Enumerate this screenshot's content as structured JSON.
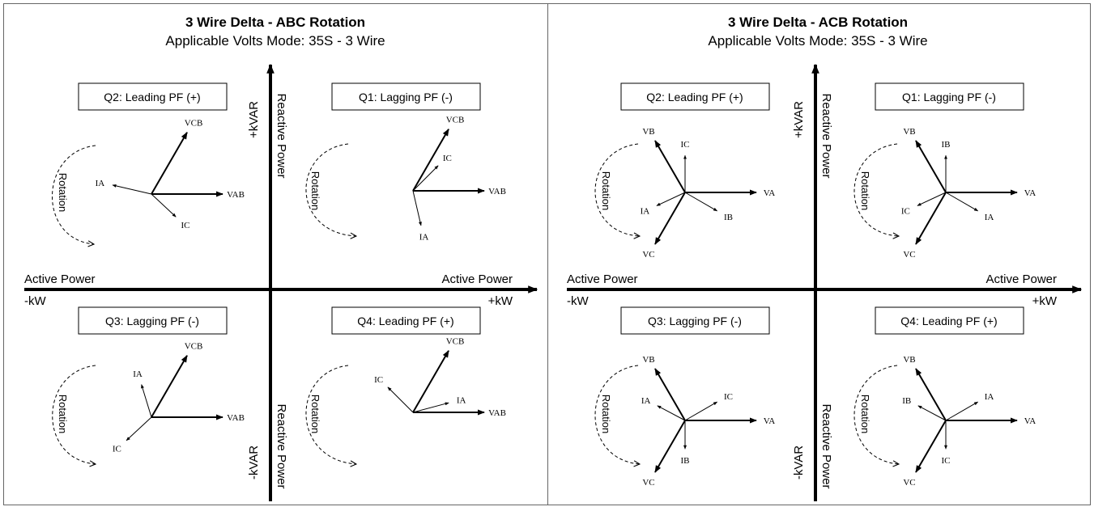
{
  "panels": [
    {
      "title": "3 Wire Delta - ABC Rotation",
      "subtitle": "Applicable Volts Mode: 35S - 3 Wire",
      "axis": {
        "plus_kvar": "+kVAR",
        "minus_kvar": "-kVAR",
        "reactive_power": "Reactive Power",
        "active_power_left": "Active Power",
        "active_power_right": "Active Power",
        "minus_kw": "-kW",
        "plus_kw": "+kW"
      },
      "quadrants": [
        {
          "id": "q2",
          "label": "Q2:  Leading PF (+)",
          "rotation_label": "Rotation",
          "vectors": [
            {
              "name": "VAB",
              "angle": 0,
              "length": 1.0,
              "bold": true
            },
            {
              "name": "VCB",
              "angle": 60,
              "length": 1.0,
              "bold": true
            },
            {
              "name": "IA",
              "angle": 167,
              "length": 0.56,
              "bold": false
            },
            {
              "name": "IC",
              "angle": -43,
              "length": 0.47,
              "bold": false
            }
          ]
        },
        {
          "id": "q1",
          "label": "Q1:  Lagging PF (-)",
          "rotation_label": "Rotation",
          "vectors": [
            {
              "name": "VAB",
              "angle": 0,
              "length": 1.0,
              "bold": true
            },
            {
              "name": "VCB",
              "angle": 60,
              "length": 1.0,
              "bold": true
            },
            {
              "name": "IC",
              "angle": 45,
              "length": 0.5,
              "bold": false
            },
            {
              "name": "IA",
              "angle": -77,
              "length": 0.5,
              "bold": false
            }
          ]
        },
        {
          "id": "q3",
          "label": "Q3:  Lagging PF (-)",
          "rotation_label": "Rotation",
          "vectors": [
            {
              "name": "VAB",
              "angle": 0,
              "length": 1.0,
              "bold": true
            },
            {
              "name": "VCB",
              "angle": 60,
              "length": 1.0,
              "bold": true
            },
            {
              "name": "IA",
              "angle": 107,
              "length": 0.48,
              "bold": false
            },
            {
              "name": "IC",
              "angle": -137,
              "length": 0.48,
              "bold": false
            }
          ]
        },
        {
          "id": "q4",
          "label": "Q4:  Leading PF (+)",
          "rotation_label": "Rotation",
          "vectors": [
            {
              "name": "VAB",
              "angle": 0,
              "length": 1.0,
              "bold": true
            },
            {
              "name": "VCB",
              "angle": 60,
              "length": 1.0,
              "bold": true
            },
            {
              "name": "IA",
              "angle": 15,
              "length": 0.52,
              "bold": false
            },
            {
              "name": "IC",
              "angle": 135,
              "length": 0.5,
              "bold": false
            }
          ]
        }
      ]
    },
    {
      "title": "3 Wire Delta - ACB Rotation",
      "subtitle": "Applicable Volts Mode: 35S - 3 Wire",
      "axis": {
        "plus_kvar": "+kVAR",
        "minus_kvar": "-kVAR",
        "reactive_power": "Reactive Power",
        "active_power_left": "Active Power",
        "active_power_right": "Active Power",
        "minus_kw": "-kW",
        "plus_kw": "+kW"
      },
      "quadrants": [
        {
          "id": "q2",
          "label": "Q2:  Leading PF (+)",
          "rotation_label": "Rotation",
          "vectors": [
            {
              "name": "VA",
              "angle": 0,
              "length": 1.0,
              "bold": true
            },
            {
              "name": "VB",
              "angle": 120,
              "length": 0.84,
              "bold": true
            },
            {
              "name": "VC",
              "angle": -120,
              "length": 0.84,
              "bold": true
            },
            {
              "name": "IC",
              "angle": 90,
              "length": 0.52,
              "bold": false
            },
            {
              "name": "IA",
              "angle": -155,
              "length": 0.44,
              "bold": false
            },
            {
              "name": "IB",
              "angle": -30,
              "length": 0.52,
              "bold": false
            }
          ]
        },
        {
          "id": "q1",
          "label": "Q1:  Lagging PF (-)",
          "rotation_label": "Rotation",
          "vectors": [
            {
              "name": "VA",
              "angle": 0,
              "length": 1.0,
              "bold": true
            },
            {
              "name": "VB",
              "angle": 120,
              "length": 0.84,
              "bold": true
            },
            {
              "name": "VC",
              "angle": -120,
              "length": 0.84,
              "bold": true
            },
            {
              "name": "IB",
              "angle": 90,
              "length": 0.52,
              "bold": false
            },
            {
              "name": "IC",
              "angle": -155,
              "length": 0.44,
              "bold": false
            },
            {
              "name": "IA",
              "angle": -30,
              "length": 0.52,
              "bold": false
            }
          ]
        },
        {
          "id": "q3",
          "label": "Q3:  Lagging PF (-)",
          "rotation_label": "Rotation",
          "vectors": [
            {
              "name": "VA",
              "angle": 0,
              "length": 1.0,
              "bold": true
            },
            {
              "name": "VB",
              "angle": 120,
              "length": 0.84,
              "bold": true
            },
            {
              "name": "VC",
              "angle": -120,
              "length": 0.84,
              "bold": true
            },
            {
              "name": "IC",
              "angle": 30,
              "length": 0.52,
              "bold": false
            },
            {
              "name": "IA",
              "angle": 152,
              "length": 0.44,
              "bold": false
            },
            {
              "name": "IB",
              "angle": -90,
              "length": 0.4,
              "bold": false
            }
          ]
        },
        {
          "id": "q4",
          "label": "Q4:  Leading PF (+)",
          "rotation_label": "Rotation",
          "vectors": [
            {
              "name": "VA",
              "angle": 0,
              "length": 1.0,
              "bold": true
            },
            {
              "name": "VB",
              "angle": 120,
              "length": 0.84,
              "bold": true
            },
            {
              "name": "VC",
              "angle": -120,
              "length": 0.84,
              "bold": true
            },
            {
              "name": "IA",
              "angle": 30,
              "length": 0.52,
              "bold": false
            },
            {
              "name": "IB",
              "angle": 152,
              "length": 0.44,
              "bold": false
            },
            {
              "name": "IC",
              "angle": -90,
              "length": 0.4,
              "bold": false
            }
          ]
        }
      ]
    }
  ]
}
